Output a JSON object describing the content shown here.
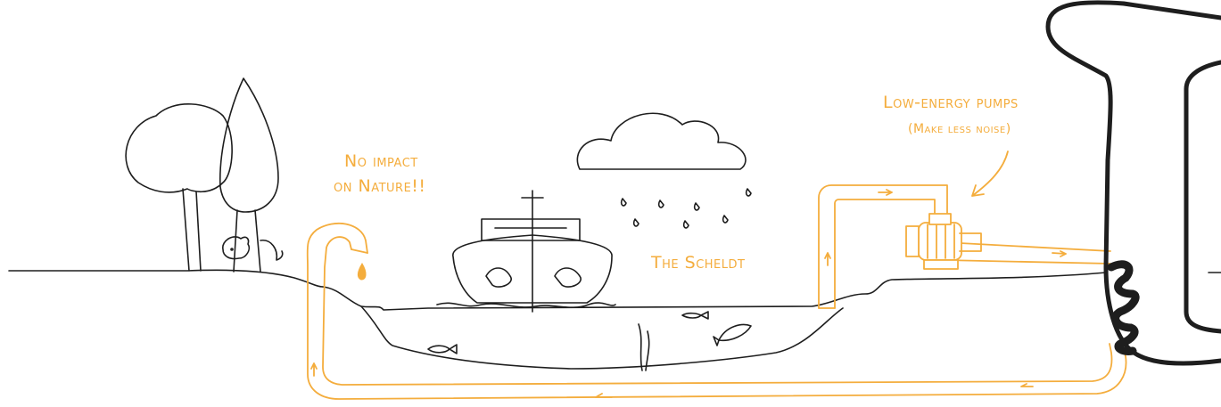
{
  "labels": {
    "nature_line1": "No impact",
    "nature_line2": "on Nature!!",
    "river": "The Scheldt",
    "pumps": "Low-energy pumps",
    "pumps_note": "(Make less noise)"
  },
  "colors": {
    "ink": "#1e1e1e",
    "accent": "#f4ad3d",
    "water": "#5aa0d8"
  },
  "icons": [
    "tree-icon",
    "pig-icon",
    "boat-icon",
    "cloud-icon",
    "raindrop-icon",
    "fish-icon",
    "pump-icon",
    "screw-icon",
    "water-drop-icon"
  ]
}
